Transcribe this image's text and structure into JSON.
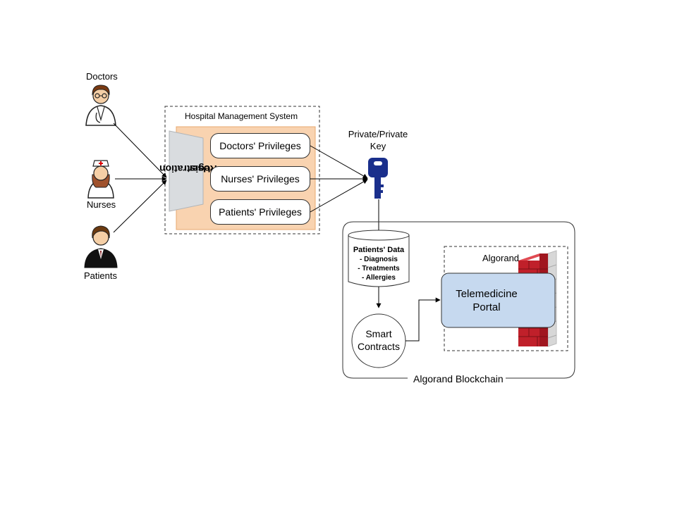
{
  "actors": {
    "doctors": "Doctors",
    "nurses": "Nurses",
    "patients": "Patients"
  },
  "hms": {
    "title": "Hospital Management System",
    "user_registration_line1": "User",
    "user_registration_line2": "Registration",
    "privileges": [
      "Doctors' Privileges",
      "Nurses' Privileges",
      "Patients' Privileges"
    ]
  },
  "key": {
    "line1": "Private/Private",
    "line2": "Key"
  },
  "blockchain": {
    "title": "Algorand Blockchain",
    "patients_data": {
      "title": "Patients' Data",
      "items": [
        "- Diagnosis",
        "- Treatments",
        "- Allergies"
      ]
    },
    "smart_contracts_line1": "Smart",
    "smart_contracts_line2": "Contracts",
    "algorand_label": "Algorand",
    "portal_line1": "Telemedicine",
    "portal_line2": "Portal"
  },
  "colors": {
    "hms_fill": "#f9d3b0",
    "hms_border": "#e8a870",
    "registration_fill": "#d9dcdf",
    "portal_fill": "#c6d9ef",
    "key_color": "#1a2f8c",
    "wall_red": "#c0202a",
    "wall_grey": "#d7d7d7"
  }
}
